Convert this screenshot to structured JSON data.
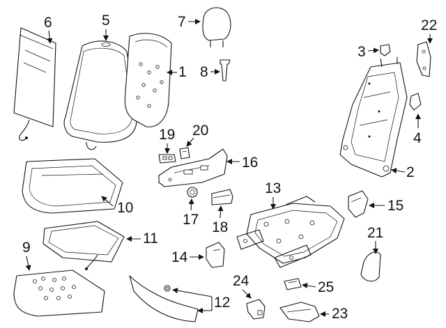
{
  "callouts": {
    "c1": "1",
    "c2": "2",
    "c3": "3",
    "c4": "4",
    "c5": "5",
    "c6": "6",
    "c7": "7",
    "c8": "8",
    "c9": "9",
    "c10": "10",
    "c11": "11",
    "c12": "12",
    "c13": "13",
    "c14": "14",
    "c15": "15",
    "c16": "16",
    "c17": "17",
    "c18": "18",
    "c19": "19",
    "c20": "20",
    "c21": "21",
    "c22": "22",
    "c23": "23",
    "c24": "24",
    "c25": "25"
  },
  "colors": {
    "ink": "#111111",
    "paper": "#ffffff"
  }
}
